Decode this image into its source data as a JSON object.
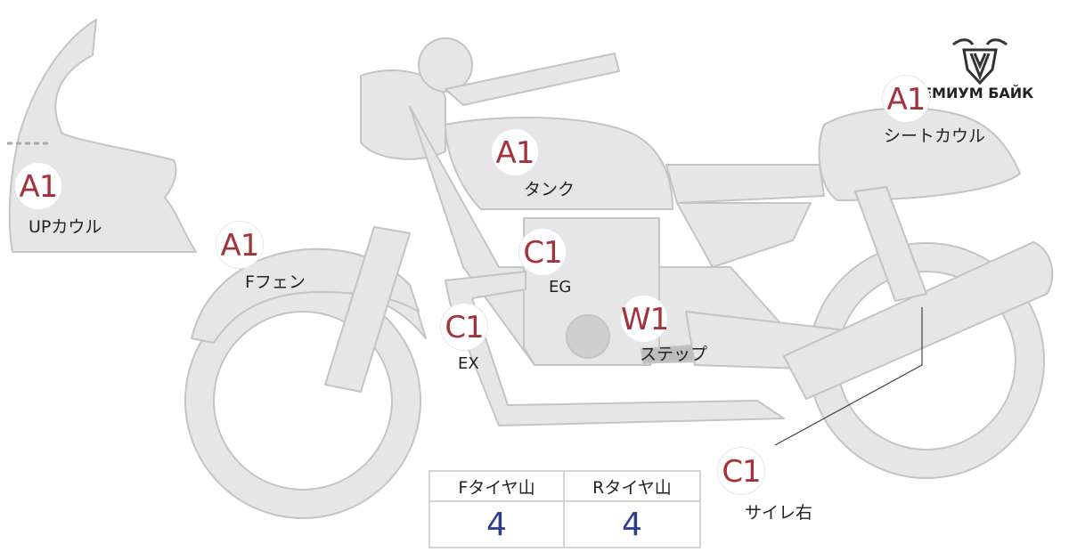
{
  "brand": {
    "name": "ПРЕМИУМ БАЙК",
    "logo_icon": "bull-head-icon"
  },
  "parts": {
    "up_cowl": {
      "grade": "A1",
      "label": "UPカウル"
    },
    "f_fender": {
      "grade": "A1",
      "label": "Fフェン"
    },
    "tank": {
      "grade": "A1",
      "label": "タンク"
    },
    "seat_cowl": {
      "grade": "A1",
      "label": "シートカウル"
    },
    "engine": {
      "grade": "C1",
      "label": "EG"
    },
    "exhaust": {
      "grade": "C1",
      "label": "EX"
    },
    "step": {
      "grade": "W1",
      "label": "ステップ"
    },
    "silencer": {
      "grade": "C1",
      "label": "サイレ右"
    }
  },
  "tire_table": {
    "front_header": "Fタイヤ山",
    "rear_header": "Rタイヤ山",
    "front_value": "4",
    "rear_value": "4"
  },
  "colors": {
    "grade_text": "#a3323a",
    "value_text": "#2f3f8c",
    "silhouette_fill": "#e6e6e6",
    "silhouette_stroke": "#bdbdbd"
  }
}
